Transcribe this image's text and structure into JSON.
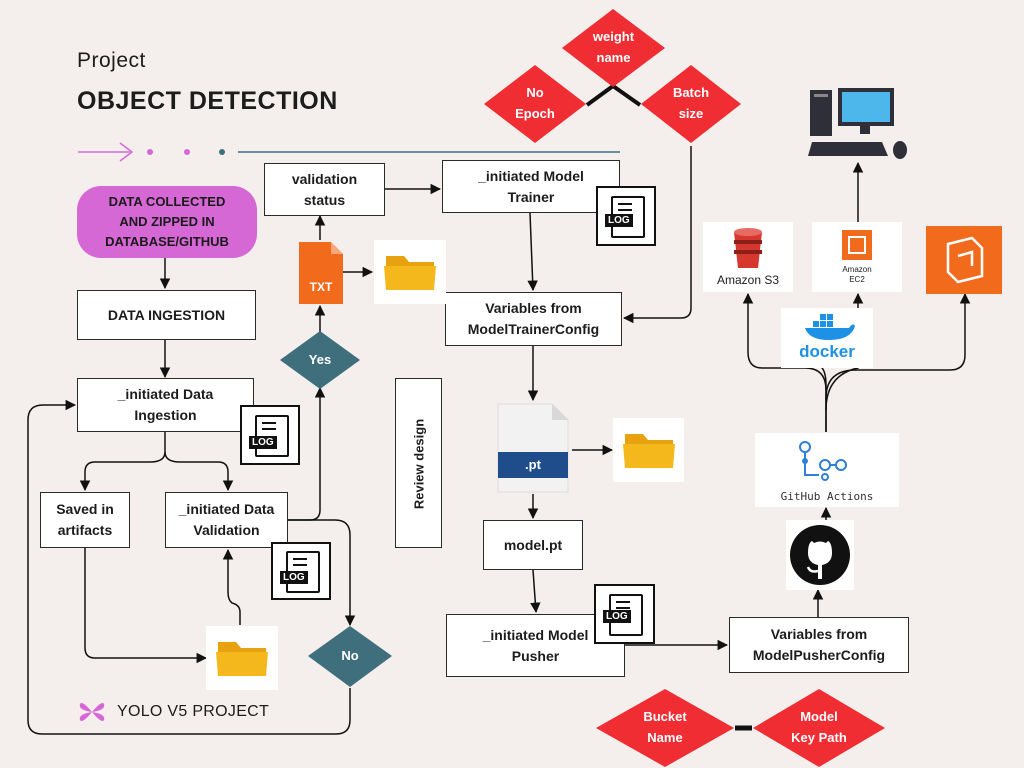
{
  "header": {
    "subtitle": "Project",
    "title": "OBJECT DETECTION"
  },
  "footer": {
    "brand": "YOLO V5 PROJECT"
  },
  "nodes": {
    "data_collected": "DATA COLLECTED\nAND ZIPPED IN\nDATABASE/GITHUB",
    "data_ingestion": "DATA INGESTION",
    "initiated_data_ingestion": "_initiated Data\nIngestion",
    "saved_in_artifacts": "Saved in\nartifacts",
    "initiated_data_validation": "_initiated Data\nValidation",
    "validation_status": "validation\nstatus",
    "initiated_model_trainer": "_initiated Model\nTrainer",
    "variables_model_trainer_config": "Variables from\nModelTrainerConfig",
    "model_pt": "model.pt",
    "initiated_model_pusher": "_initiated Model\nPusher",
    "variables_model_pusher_config": "Variables from\nModelPusherConfig",
    "review_design": "Review design"
  },
  "decisions": {
    "yes": "Yes",
    "no": "No"
  },
  "parameters": {
    "weight_name": "weight\nname",
    "no_epoch": "No\nEpoch",
    "batch_size": "Batch\nsize",
    "bucket_name": "Bucket\nName",
    "model_key_path": "Model\nKey Path"
  },
  "icons": {
    "log_label": "LOG",
    "txt_label": "TXT",
    "pt_label": ".pt",
    "s3_label": "Amazon S3",
    "ec2_label_1": "Amazon",
    "ec2_label_2": "EC2",
    "docker_label": "docker",
    "github_actions_label": "GitHub Actions"
  },
  "colors": {
    "background": "#f4efec",
    "pill": "#d668d6",
    "teal_diamond": "#3f6e7d",
    "red_diamond": "#f02d33",
    "aws_orange": "#f26a1b",
    "s3_red": "#d6372f",
    "folder": "#f5b81c",
    "accent_line": "#3f6e7d",
    "arrow_pink": "#d668d6"
  }
}
